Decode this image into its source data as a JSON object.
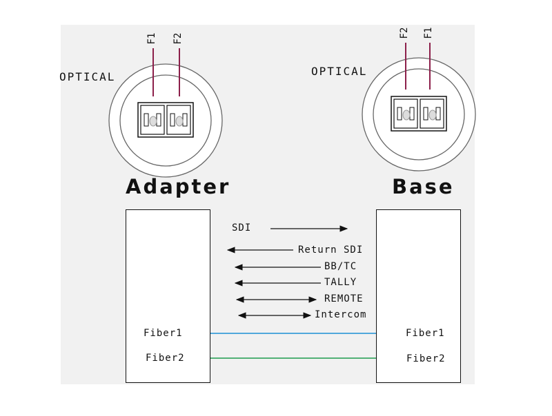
{
  "adapter": {
    "title": "Adapter",
    "optical_label": "OPTICAL",
    "fiber_pins": [
      "F1",
      "F2"
    ],
    "fibers": [
      "Fiber1",
      "Fiber2"
    ]
  },
  "base": {
    "title": "Base",
    "optical_label": "OPTICAL",
    "fiber_pins": [
      "F2",
      "F1"
    ],
    "fibers": [
      "Fiber1",
      "Fiber2"
    ]
  },
  "signals": [
    {
      "label": "SDI",
      "direction": "to-base"
    },
    {
      "label": "Return SDI",
      "direction": "to-adapter"
    },
    {
      "label": "BB/TC",
      "direction": "to-adapter"
    },
    {
      "label": "TALLY",
      "direction": "to-adapter"
    },
    {
      "label": "REMOTE",
      "direction": "bidirectional"
    },
    {
      "label": "Intercom",
      "direction": "bidirectional"
    }
  ],
  "fiber_links": [
    {
      "from": "Fiber1",
      "to": "Fiber1",
      "direction": "bidirectional",
      "color": "#1a8fd6"
    },
    {
      "from": "Fiber2",
      "to": "Fiber2",
      "direction": "bidirectional",
      "color": "#1c9a4e"
    }
  ],
  "colors": {
    "pin_lead": "#8c1f4a",
    "line": "#111111",
    "panel": "#f1f1f1"
  }
}
